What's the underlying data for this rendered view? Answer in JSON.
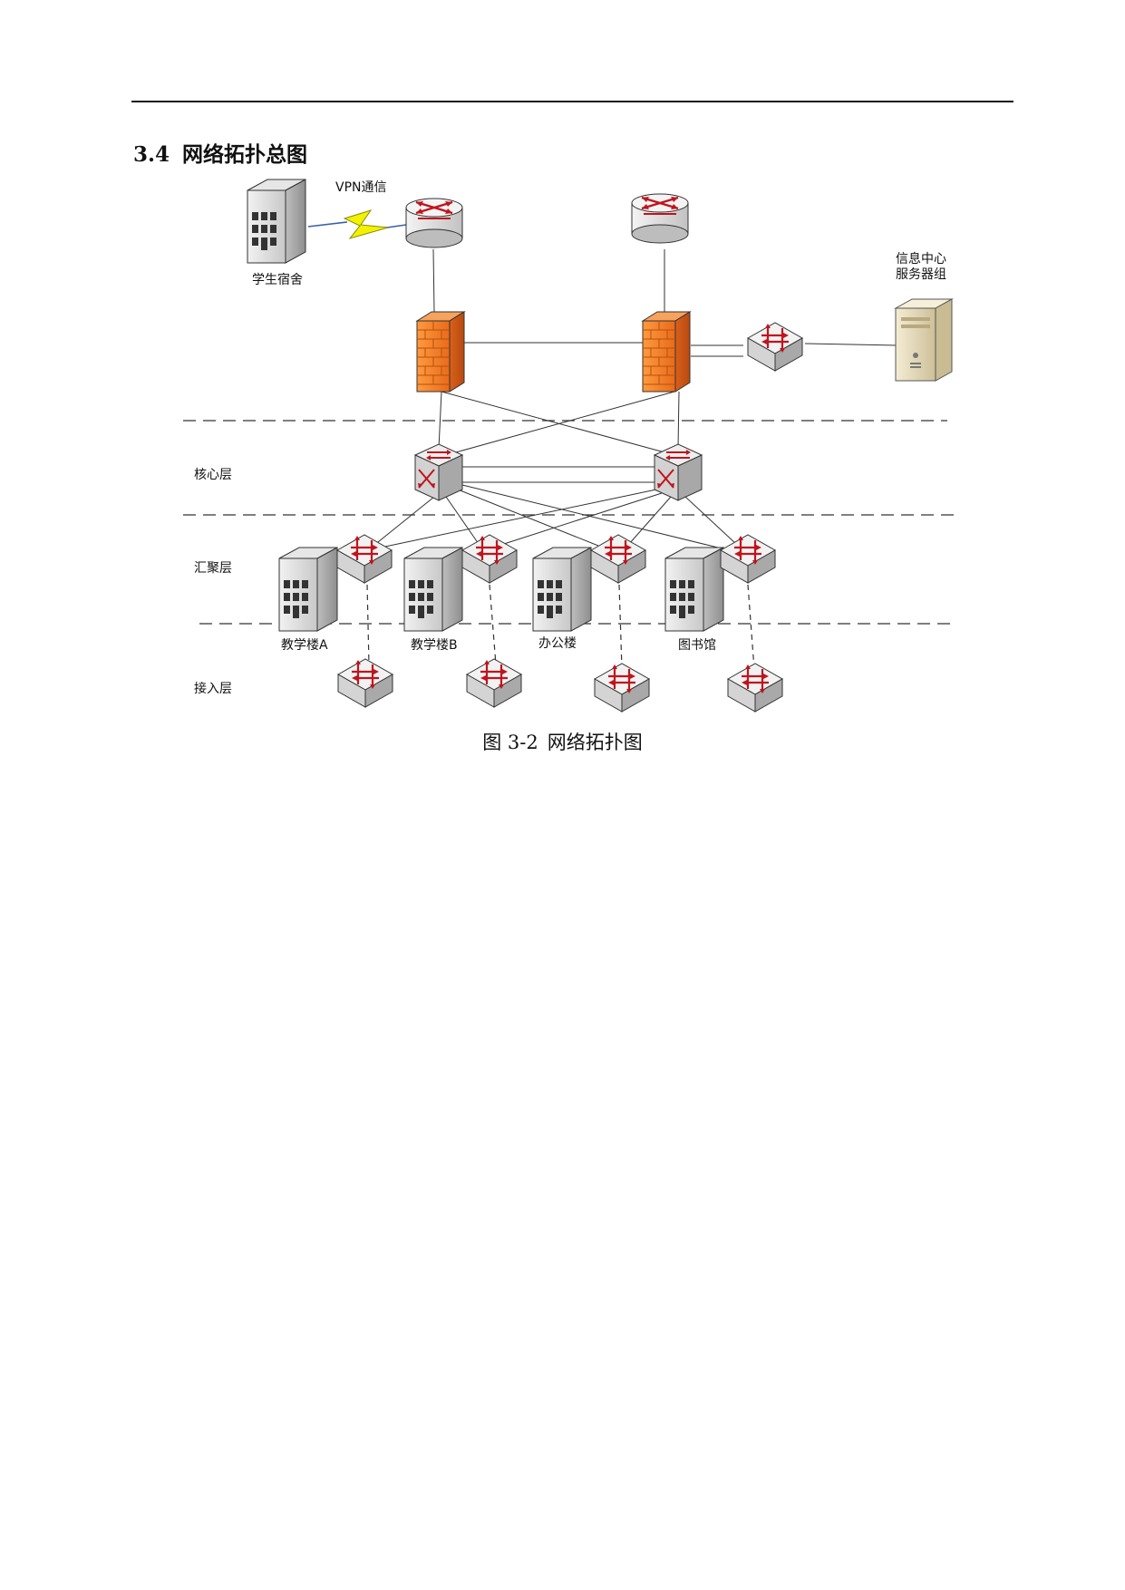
{
  "section": {
    "number": "3.4",
    "title": "网络拓扑总图"
  },
  "figure": {
    "caption_number": "图 3-2",
    "caption_title": "网络拓扑图",
    "labels": {
      "vpn": "VPN通信",
      "dorm": "学生宿舍",
      "info_center_line1": "信息中心",
      "info_center_line2": "服务器组",
      "core_layer": "核心层",
      "aggregation_layer": "汇聚层",
      "access_layer": "接入层",
      "building_a": "教学楼A",
      "building_b": "教学楼B",
      "office": "办公楼",
      "library": "图书馆"
    }
  },
  "colors": {
    "firewall": "#f07a2a",
    "arrow_red": "#c0141c",
    "vpn_bolt": "#f3f200",
    "server": "#e9dfc4"
  }
}
